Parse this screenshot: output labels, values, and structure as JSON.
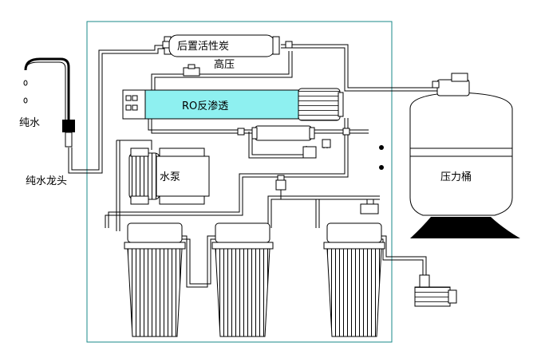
{
  "labels": {
    "post_carbon": "后置活性炭",
    "high_pressure": "高压",
    "ro_membrane": "RO反渗透",
    "pure_water": "纯水",
    "pure_water_faucet": "纯水龙头",
    "pump": "水泵",
    "pressure_tank": "压力桶"
  },
  "colors": {
    "frame": "#1a8a8a",
    "ro_membrane": "#8ef0f0",
    "line": "#000000",
    "tank_base": "#000000"
  }
}
